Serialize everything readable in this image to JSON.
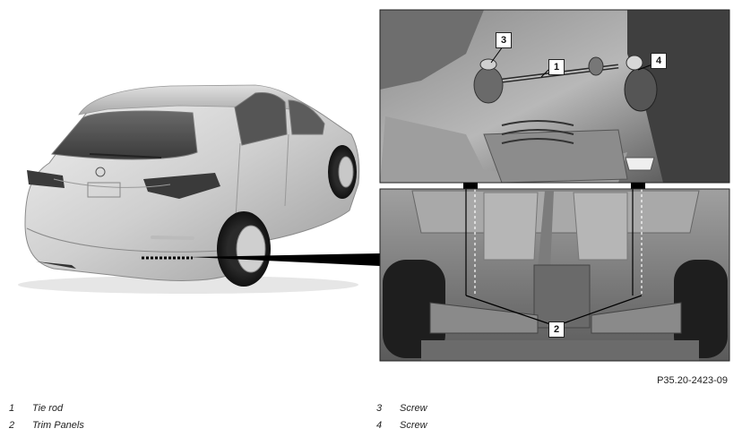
{
  "callouts": {
    "c1": "1",
    "c2": "2",
    "c3": "3",
    "c4": "4"
  },
  "reference_code": "P35.20-2423-09",
  "legend": [
    {
      "number": "1",
      "label": "Tie rod"
    },
    {
      "number": "2",
      "label": "Trim Panels"
    },
    {
      "number": "3",
      "label": "Screw"
    },
    {
      "number": "4",
      "label": "Screw"
    }
  ],
  "colors": {
    "background": "#ffffff",
    "frame": "#222222"
  }
}
